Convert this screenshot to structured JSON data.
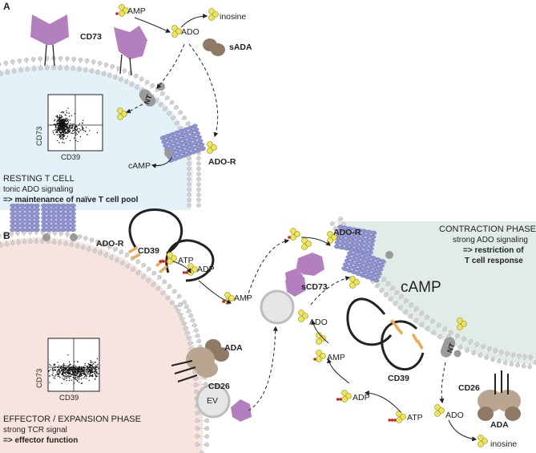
{
  "panel_a": {
    "letter": "A",
    "labels": {
      "cd73": "CD73",
      "amp": "AMP",
      "ado": "ADO",
      "inosine": "inosine",
      "sada": "sADA",
      "nt": "NT",
      "camp": "cAMP",
      "ado_r": "ADO-R"
    },
    "facs": {
      "y_label": "CD73",
      "x_label": "CD39"
    },
    "caption": {
      "title": "RESTING T CELL",
      "line2": "tonic ADO signaling",
      "line3": "=> maintenance of naïve T cell pool"
    }
  },
  "panel_b": {
    "letter": "B",
    "labels": {
      "ado_r_left": "ADO-R",
      "cd39_left": "CD39",
      "atp_top": "ATP",
      "adp_top": "ADP",
      "amp_top": "AMP",
      "ado_r_right": "ADO-R",
      "sCD73": "sCD73",
      "camp": "cAMP",
      "ado_mid": "ADO",
      "amp_mid": "AMP",
      "cd39_right": "CD39",
      "adp_bottom": "ADP",
      "atp_bottom": "ATP",
      "ada_left": "ADA",
      "cd26_left": "CD26",
      "ev": "EV",
      "nt": "NT",
      "cd26_right": "CD26",
      "ado_bottom": "ADO",
      "ada_right": "ADA",
      "inosine": "inosine"
    },
    "facs": {
      "y_label": "CD73",
      "x_label": "CD39"
    },
    "caption_left": {
      "title": "EFFECTOR / EXPANSION PHASE",
      "line2": "strong TCR signal",
      "line3": "=> effector function"
    },
    "caption_right": {
      "title": "CONTRACTION PHASE",
      "line2": "strong ADO signaling",
      "line3": "=> restriction of",
      "line4": "T cell response"
    }
  },
  "colors": {
    "resting_cell": "#e3f1f8",
    "effector_cell": "#f7e4de",
    "contraction_cell": "#e2ece6",
    "cd73": "#b47fbf",
    "ado_r": "#8f93cf",
    "cd39": "#222222",
    "cd39_tm": "#f0a855",
    "ada": "#b9a590",
    "ada_dark": "#8f7a66",
    "nucleoside": "#f0e652",
    "phosphate": "#c1272d",
    "membrane_head": "#d2d2d2"
  }
}
